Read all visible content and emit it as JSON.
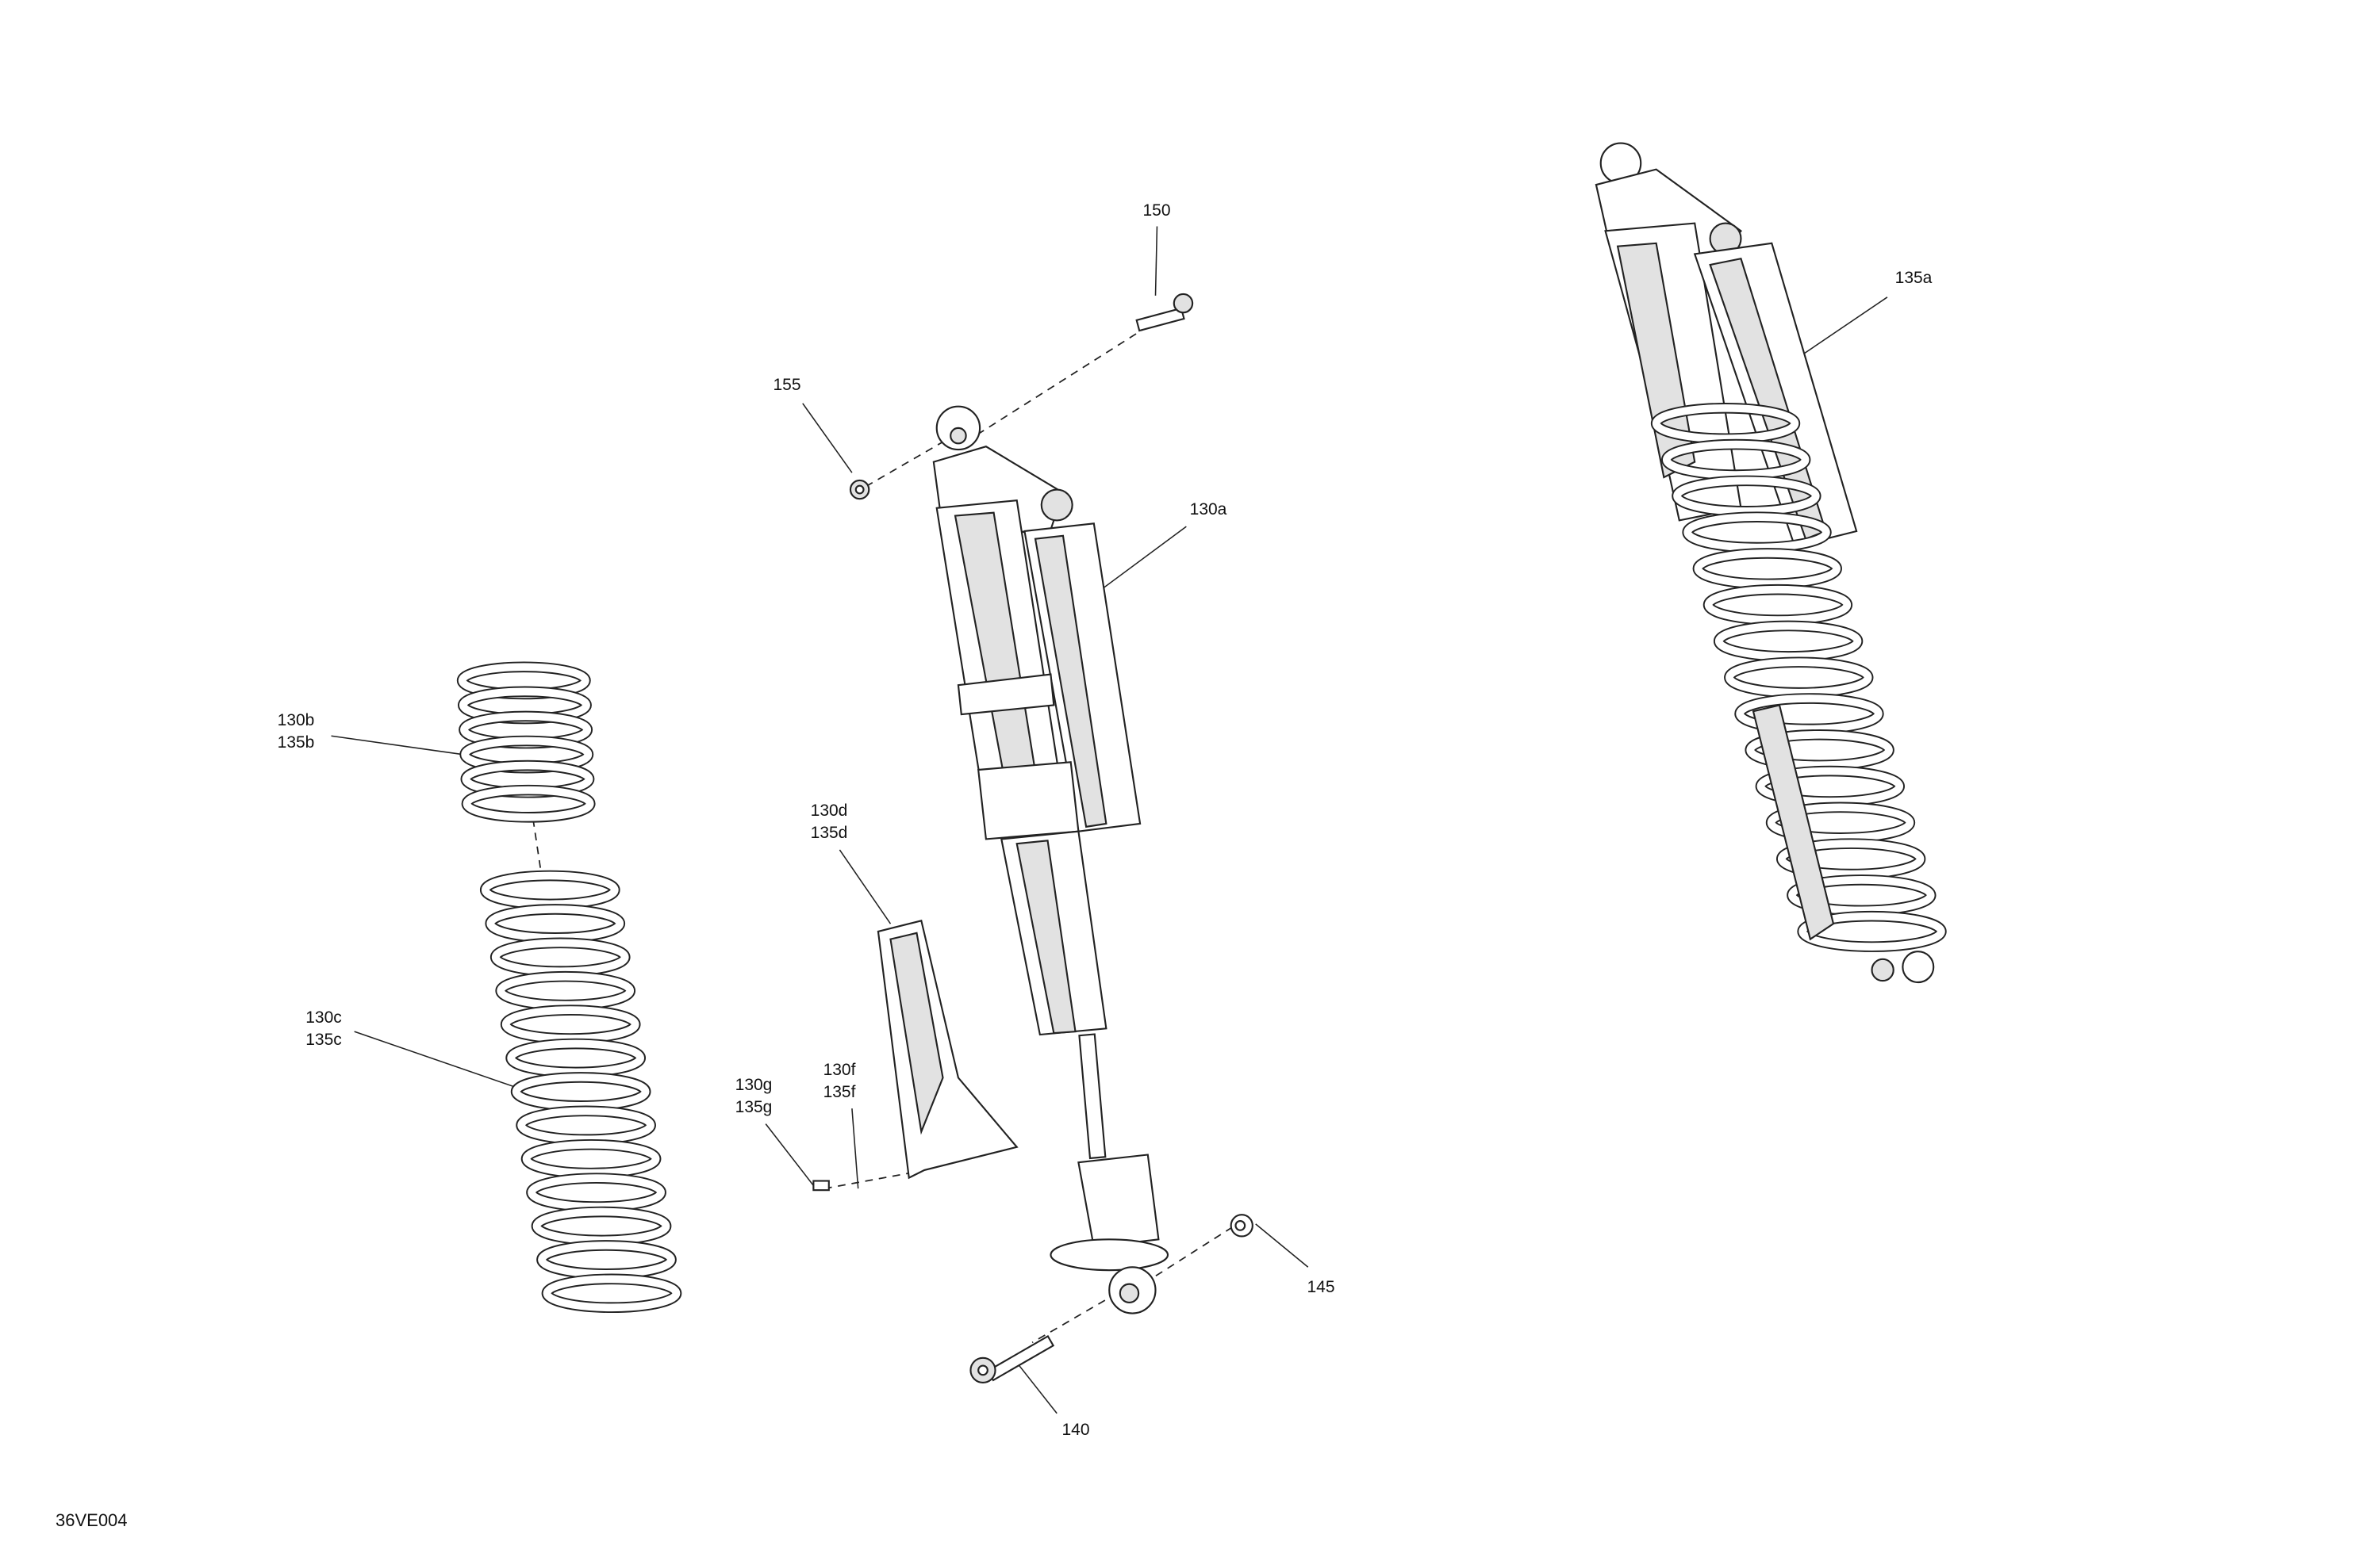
{
  "diagram_code": "36VE004",
  "callouts": {
    "c150": "150",
    "c155": "155",
    "c130a": "130a",
    "c135a": "135a",
    "c130b": "130b",
    "c135b": "135b",
    "c130c": "130c",
    "c135c": "135c",
    "c130d": "130d",
    "c135d": "135d",
    "c130f": "130f",
    "c135f": "135f",
    "c130g": "130g",
    "c135g": "135g",
    "c145": "145",
    "c140": "140"
  }
}
